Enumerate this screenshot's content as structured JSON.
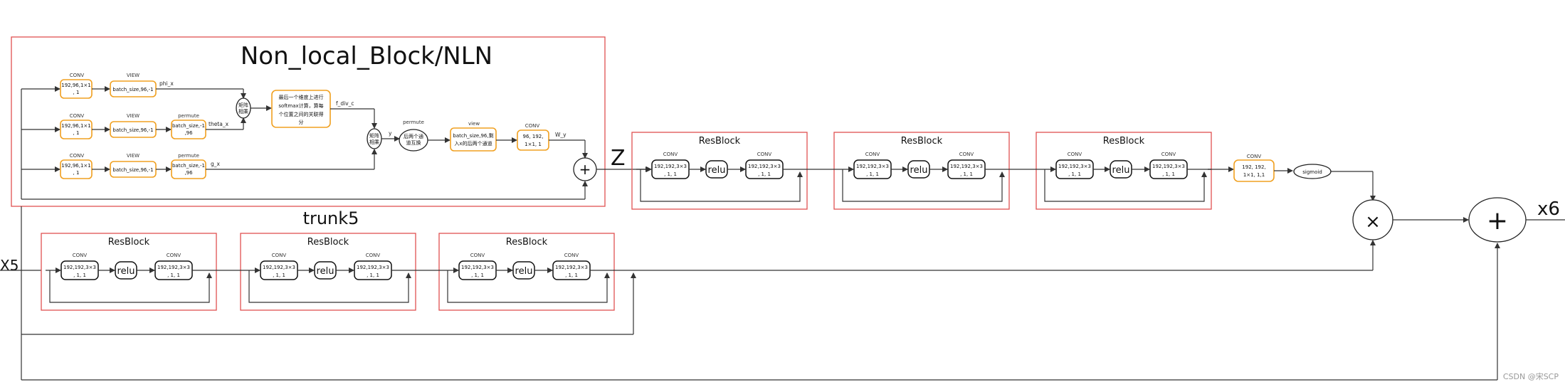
{
  "nln": {
    "title": "Non_local_Block/NLN",
    "branches": [
      {
        "conv_header": "CONV",
        "conv_lines": [
          "192,96,1×1",
          ", 1"
        ],
        "view_header": "VIEW",
        "view_text": "batch_size,96,-1",
        "edge_label": "phi_x"
      },
      {
        "conv_header": "CONV",
        "conv_lines": [
          "192,96,1×1",
          ", 1"
        ],
        "view_header": "VIEW",
        "view_text": "batch_size,96,-1",
        "permute_header": "permute",
        "permute_lines": [
          "batch_size,-1",
          ",96"
        ],
        "edge_label": "theta_x"
      },
      {
        "conv_header": "CONV",
        "conv_lines": [
          "192,96,1×1",
          ", 1"
        ],
        "view_header": "VIEW",
        "view_text": "batch_size,96,-1",
        "permute_header": "permute",
        "permute_lines": [
          "batch_size,-1",
          ",96"
        ],
        "edge_label": "g_x"
      }
    ],
    "matmul1_lines": [
      "矩阵",
      "相乘"
    ],
    "softmax_lines": [
      "最后一个维度上进行",
      "softmax计算，算每",
      "个位置之间的关联得",
      "分"
    ],
    "f_label": "f_div_c",
    "matmul2_lines": [
      "矩阵",
      "相乘"
    ],
    "y_label": "y",
    "permute2_header": "permute",
    "permute2_lines": [
      "后两个通",
      "道互换"
    ],
    "view2_header": "view",
    "view2_lines": [
      "batch_size,96,剩",
      "入x的后两个通道"
    ],
    "conv2_header": "CONV",
    "conv2_lines": [
      "96, 192,",
      "1×1, 1"
    ],
    "wy_label": "W_y",
    "plus": "+"
  },
  "z_label": "Z",
  "top_resblocks": [
    {
      "title": "ResBlock",
      "conv1_header": "CONV",
      "conv1_lines": [
        "192,192,3×3",
        ", 1, 1"
      ],
      "relu": "relu",
      "conv2_header": "CONV",
      "conv2_lines": [
        "192,192,3×3",
        ", 1, 1"
      ]
    },
    {
      "title": "ResBlock",
      "conv1_header": "CONV",
      "conv1_lines": [
        "192,192,3×3",
        ", 1, 1"
      ],
      "relu": "relu",
      "conv2_header": "CONV",
      "conv2_lines": [
        "192,192,3×3",
        ", 1, 1"
      ]
    },
    {
      "title": "ResBlock",
      "conv1_header": "CONV",
      "conv1_lines": [
        "192,192,3×3",
        ", 1, 1"
      ],
      "relu": "relu",
      "conv2_header": "CONV",
      "conv2_lines": [
        "192,192,3×3",
        ", 1, 1"
      ]
    }
  ],
  "final_conv": {
    "header": "CONV",
    "lines": [
      "192, 192,",
      "1×1, 1,1"
    ]
  },
  "sigmoid": "sigmoid",
  "times": "×",
  "plus_final": "+",
  "x6_label": "x6",
  "x5_label": "X5",
  "trunk": {
    "title": "trunk5",
    "resblocks": [
      {
        "title": "ResBlock",
        "conv1_header": "CONV",
        "conv1_lines": [
          "192,192,3×3",
          ", 1, 1"
        ],
        "relu": "relu",
        "conv2_header": "CONV",
        "conv2_lines": [
          "192,192,3×3",
          ", 1, 1"
        ]
      },
      {
        "title": "ResBlock",
        "conv1_header": "CONV",
        "conv1_lines": [
          "192,192,3×3",
          ", 1, 1"
        ],
        "relu": "relu",
        "conv2_header": "CONV",
        "conv2_lines": [
          "192,192,3×3",
          ", 1, 1"
        ]
      },
      {
        "title": "ResBlock",
        "conv1_header": "CONV",
        "conv1_lines": [
          "192,192,3×3",
          ", 1, 1"
        ],
        "relu": "relu",
        "conv2_header": "CONV",
        "conv2_lines": [
          "192,192,3×3",
          ", 1, 1"
        ]
      }
    ]
  },
  "watermark": "CSDN @宋SCP"
}
